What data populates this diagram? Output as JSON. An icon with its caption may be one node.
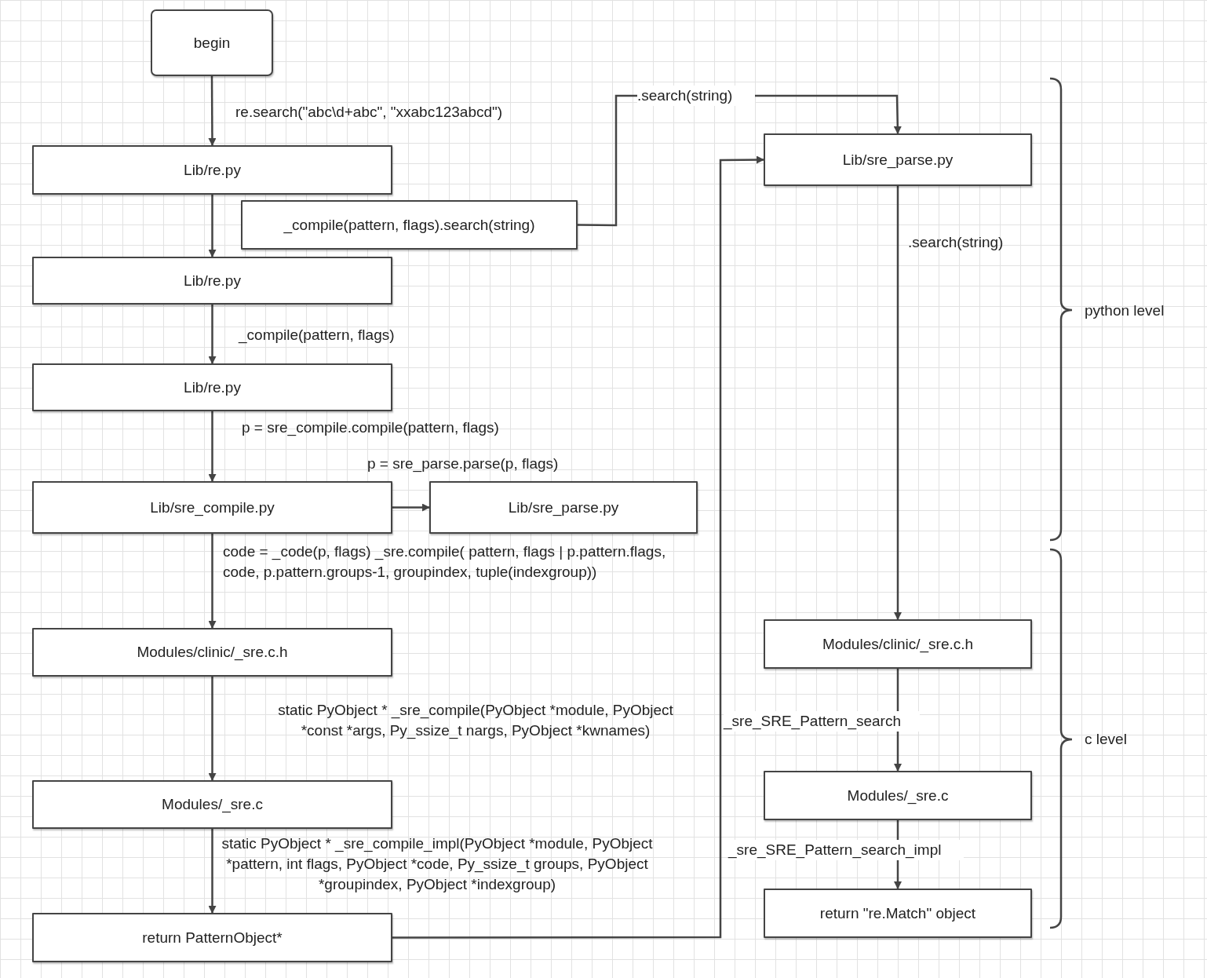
{
  "diagram": {
    "nodes": [
      {
        "text": [
          "begin"
        ]
      },
      {
        "text": [
          "Lib/re.py"
        ]
      },
      {
        "text": [
          "_compile(pattern, flags).search(string)"
        ]
      },
      {
        "text": [
          "Lib/re.py"
        ]
      },
      {
        "text": [
          "Lib/re.py"
        ]
      },
      {
        "text": [
          "Lib/sre_compile.py"
        ]
      },
      {
        "text": [
          "Lib/sre_parse.py"
        ]
      },
      {
        "text": [
          "Modules/clinic/_sre.c.h"
        ]
      },
      {
        "text": [
          "Modules/_sre.c"
        ]
      },
      {
        "text": [
          "return PatternObject*"
        ]
      },
      {
        "text": [
          "Lib/sre_parse.py"
        ]
      },
      {
        "text": [
          "Modules/clinic/_sre.c.h"
        ]
      },
      {
        "text": [
          "Modules/_sre.c"
        ]
      },
      {
        "text": [
          "return \"re.Match\" object"
        ]
      }
    ],
    "edges": [
      {
        "from": 0,
        "to": 1,
        "arrow": "to",
        "label": "re.search(\"abc\\d+abc\", \"xxabc123abcd\")"
      },
      {
        "from": 1,
        "to": 3,
        "arrow": "to"
      },
      {
        "from": 2,
        "to": 10,
        "arrow": "to",
        "label": ".search(string)"
      },
      {
        "from": 3,
        "to": 4,
        "arrow": "to",
        "label": "_compile(pattern, flags)"
      },
      {
        "from": 4,
        "to": 5,
        "arrow": "to",
        "label": "p = sre_compile.compile(pattern, flags)"
      },
      {
        "from": 5,
        "to": 6,
        "arrow": "to",
        "label": "p = sre_parse.parse(p, flags)"
      },
      {
        "from": 5,
        "to": 7,
        "arrow": "to",
        "label": "code = _code(p, flags) _sre.compile( pattern, flags | p.pattern.flags, code, p.pattern.groups-1, groupindex, tuple(indexgroup))"
      },
      {
        "from": 7,
        "to": 8,
        "arrow": "to",
        "label": "static PyObject * _sre_compile(PyObject *module, PyObject *const *args, Py_ssize_t nargs, PyObject *kwnames)"
      },
      {
        "from": 8,
        "to": 9,
        "arrow": "to",
        "label": "static PyObject * _sre_compile_impl(PyObject *module, PyObject *pattern, int flags, PyObject *code, Py_ssize_t groups, PyObject *groupindex, PyObject *indexgroup)"
      },
      {
        "from": 9,
        "to": 10,
        "arrow": "to"
      },
      {
        "from": 10,
        "to": 11,
        "arrow": "to",
        "label": ".search(string)"
      },
      {
        "from": 11,
        "to": 12,
        "arrow": "to",
        "label": "_sre_SRE_Pattern_search"
      },
      {
        "from": 12,
        "to": 13,
        "arrow": "to",
        "label": "_sre_SRE_Pattern_search_impl"
      }
    ],
    "labels": [
      "python level",
      "c level"
    ]
  }
}
